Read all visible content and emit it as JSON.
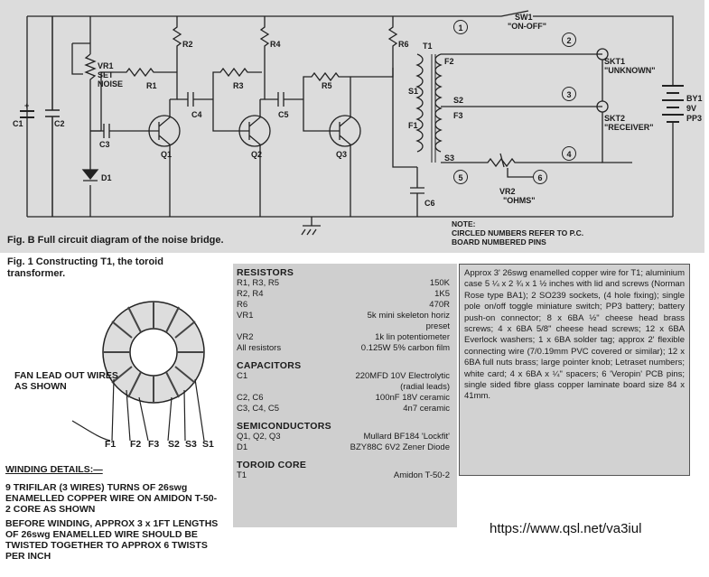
{
  "circuit": {
    "caption": "Fig. B Full circuit diagram of the noise bridge.",
    "note_title": "NOTE:",
    "note_text": "CIRCLED NUMBERS REFER TO P.C. BOARD NUMBERED PINS",
    "labels": {
      "c1": "C1",
      "c1_plus": "+",
      "c2": "C2",
      "c3": "C3",
      "c4": "C4",
      "c5": "C5",
      "c6": "C6",
      "r1": "R1",
      "r2": "R2",
      "r3": "R3",
      "r4": "R4",
      "r5": "R5",
      "r6": "R6",
      "vr1": "VR1",
      "vr1_set": "SET",
      "vr1_noise": "NOISE",
      "d1": "D1",
      "q1": "Q1",
      "q2": "Q2",
      "q3": "Q3",
      "t1": "T1",
      "s1": "S1",
      "s2": "S2",
      "s3": "S3",
      "f1": "F1",
      "f2": "F2",
      "f3": "F3",
      "sw1": "SW1",
      "sw1_desc": "\"ON-OFF\"",
      "skt1": "SKT1",
      "skt1_desc": "\"UNKNOWN\"",
      "skt2": "SKT2",
      "skt2_desc": "\"RECEIVER\"",
      "bat": "BY1",
      "bat_v": "9V",
      "bat_type": "PP3",
      "vr2": "VR2",
      "vr2_desc": "\"OHMS\""
    },
    "pins": [
      "1",
      "2",
      "3",
      "4",
      "5",
      "6"
    ]
  },
  "toroid": {
    "caption": "Fig. 1 Constructing T1, the toroid transformer.",
    "fan_note": "FAN LEAD OUT WIRES AS SHOWN",
    "leads": [
      "F1",
      "F2",
      "F3",
      "S2",
      "S3",
      "S1"
    ],
    "winding_title": "WINDING DETAILS:—",
    "winding_1": "9 TRIFILAR (3 WIRES) TURNS OF 26swg ENAMELLED COPPER WIRE ON AMIDON T-50-2 CORE AS SHOWN",
    "winding_2": "BEFORE WINDING, APPROX 3 x 1FT LENGTHS OF 26swg ENAMELLED WIRE SHOULD BE TWISTED TOGETHER TO APPROX 6 TWISTS PER INCH"
  },
  "parts": {
    "resistors_title": "RESISTORS",
    "resistors": [
      [
        "R1, R3, R5",
        "150K"
      ],
      [
        "R2, R4",
        "1K5"
      ],
      [
        "R6",
        "470R"
      ],
      [
        "VR1",
        "5k mini skeleton horiz"
      ],
      [
        "",
        "preset"
      ],
      [
        "VR2",
        "1k lin potentiometer"
      ],
      [
        "All resistors",
        "0.125W 5% carbon film"
      ]
    ],
    "capacitors_title": "CAPACITORS",
    "capacitors": [
      [
        "C1",
        "220MFD 10V Electrolytic"
      ],
      [
        "",
        "(radial leads)"
      ],
      [
        "C2, C6",
        "100nF 18V ceramic"
      ],
      [
        "C3, C4, C5",
        "4n7 ceramic"
      ]
    ],
    "semis_title": "SEMICONDUCTORS",
    "semis": [
      [
        "Q1, Q2, Q3",
        "Mullard BF184 'Lockfit'"
      ],
      [
        "D1",
        "BZY88C 6V2 Zener Diode"
      ]
    ],
    "toroid_title": "TOROID CORE",
    "toroid": [
      [
        "T1",
        "Amidon T-50-2"
      ]
    ]
  },
  "misc": "Approx 3' 26swg enamelled copper wire for T1; aluminium case 5 ¼ x 2 ¾ x 1 ½ inches with lid and screws (Norman Rose type BA1); 2 SO239 sockets, (4 hole fixing); single pole on/off toggle miniature switch; PP3 battery; battery push-on connector; 8 x 6BA ½\" cheese head brass screws; 4 x 6BA 5/8\" cheese head screws; 12 x 6BA Everlock washers; 1 x 6BA solder tag; approx 2' flexible connecting wire (7/0.19mm PVC covered or similar); 12 x 6BA full nuts brass; large pointer knob; Letraset numbers; white card; 4 x 6BA x ¼\" spacers; 6 'Veropin' PCB pins; single sided fibre glass copper laminate board size 84 x 41mm.",
  "footer_url": "https://www.qsl.net/va3iul"
}
